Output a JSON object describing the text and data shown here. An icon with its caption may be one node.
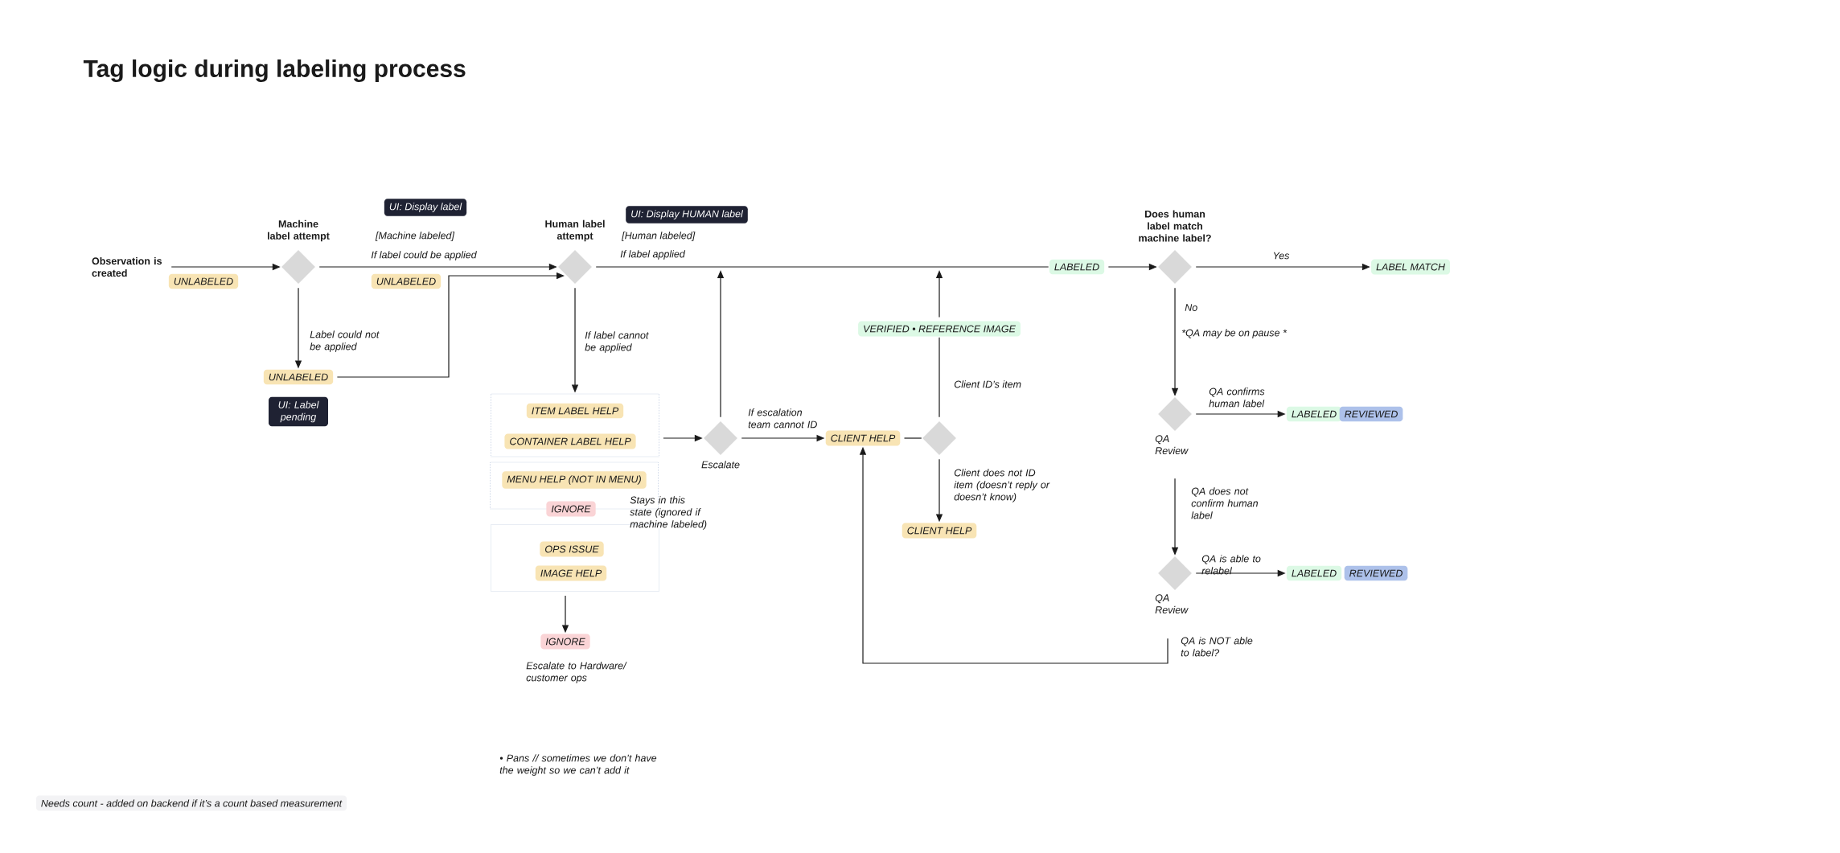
{
  "diagram": {
    "title": "Tag logic during labeling process",
    "nodes": [
      {
        "text": [
          "Observation is created"
        ]
      },
      {
        "text": [
          "Machine label attempt"
        ]
      },
      {
        "text": [
          "UNLABELED"
        ]
      },
      {
        "text": [
          "UI: Display label"
        ],
        "beside": [
          "[Machine labeled]"
        ]
      },
      {
        "text": [
          "UNLABELED"
        ]
      },
      {
        "text": [
          "UNLABELED"
        ]
      },
      {
        "text": [
          "UI: Label pending"
        ]
      },
      {
        "text": [
          "Human label attempt"
        ]
      },
      {
        "text": [
          "UI: Display HUMAN label"
        ],
        "beside": [
          "[Human labeled]"
        ]
      },
      {
        "text": [],
        "shape": "box"
      },
      {
        "text": [
          "ITEM LABEL HELP"
        ],
        "in": 9
      },
      {
        "text": [
          "CONTAINER LABEL HELP"
        ],
        "in": 9
      },
      {
        "text": [],
        "shape": "box"
      },
      {
        "text": [
          "MENU HELP (NOT IN MENU)"
        ],
        "in": 12
      },
      {
        "text": [
          "IGNORE"
        ]
      },
      {
        "text": [],
        "shape": "box"
      },
      {
        "text": [
          "OPS ISSUE"
        ],
        "in": 15
      },
      {
        "text": [
          "IMAGE HELP"
        ],
        "in": 15
      },
      {
        "text": [
          "IGNORE"
        ],
        "beside": [
          "Escalate to Hardware/ customer ops"
        ]
      },
      {
        "text": [],
        "shape": "diamond",
        "beside": [
          "Escalate"
        ]
      },
      {
        "text": [
          "CLIENT HELP"
        ]
      },
      {
        "text": [],
        "shape": "diamond"
      },
      {
        "text": [
          "VERIFIED • REFERENCE IMAGE"
        ]
      },
      {
        "text": [
          "CLIENT HELP"
        ]
      },
      {
        "text": [
          "LABELED"
        ]
      },
      {
        "text": [
          "Does human label match machine label?"
        ]
      },
      {
        "text": [
          "LABEL MATCH"
        ]
      },
      {
        "text": [],
        "shape": "diamond",
        "beside": [
          "QA Review"
        ]
      },
      {
        "text": [
          "LABELED"
        ]
      },
      {
        "text": [
          "REVIEWED"
        ]
      },
      {
        "text": [],
        "shape": "diamond",
        "beside": [
          "QA Review"
        ]
      },
      {
        "text": [
          "LABELED"
        ]
      },
      {
        "text": [
          "REVIEWED"
        ]
      },
      {
        "text": [
          "Needs count - added on backend if it’s a count based measurement"
        ]
      }
    ],
    "edges": [
      {
        "from": 0,
        "to": 1,
        "arrow": "to"
      },
      {
        "from": 1,
        "to": 7,
        "arrow": "to",
        "label": "If label could be applied"
      },
      {
        "from": 1,
        "to": 5,
        "arrow": "to",
        "label": "Label could not be applied"
      },
      {
        "from": 5,
        "to": 7,
        "arrow": "to"
      },
      {
        "from": 7,
        "to": 24,
        "arrow": "none",
        "label": "If label applied"
      },
      {
        "from": 24,
        "to": 25,
        "arrow": "to"
      },
      {
        "from": 7,
        "to": 9,
        "arrow": "to",
        "label": "If label cannot be applied"
      },
      {
        "from": 9,
        "to": 19,
        "arrow": "to"
      },
      {
        "from": 19,
        "to": 20,
        "arrow": "to",
        "label": "If escalation team cannot ID"
      },
      {
        "from": 20,
        "to": 21,
        "arrow": "none"
      },
      {
        "from": 21,
        "to": 22,
        "arrow": "none",
        "label": "Client ID’s item"
      },
      {
        "from": 22,
        "to": null,
        "arrow": "to"
      },
      {
        "from": 19,
        "to": null,
        "arrow": "to"
      },
      {
        "from": 21,
        "to": 23,
        "arrow": "to",
        "label": "Client does not ID item (doesn’t reply or doesn’t know)"
      },
      {
        "from": 15,
        "to": 18,
        "arrow": "to"
      },
      {
        "from": 25,
        "to": 26,
        "arrow": "to",
        "label": "Yes"
      },
      {
        "from": 25,
        "to": 27,
        "arrow": "to",
        "label": "No"
      },
      {
        "from": 27,
        "to": 28,
        "arrow": "to",
        "label": "QA confirms human label"
      },
      {
        "from": 27,
        "to": 30,
        "arrow": "to",
        "label": "QA does not confirm human label"
      },
      {
        "from": 30,
        "to": 31,
        "arrow": "to",
        "label": "QA is able to relabel"
      },
      {
        "from": 30,
        "to": 20,
        "arrow": "to",
        "label": "QA is NOT able to label?"
      }
    ],
    "labels": [
      "Stays in this state (ignored if machine labeled)",
      "*QA may be on pause *",
      "• Pans // sometimes we don’t have the weight so we can’t add it"
    ]
  }
}
